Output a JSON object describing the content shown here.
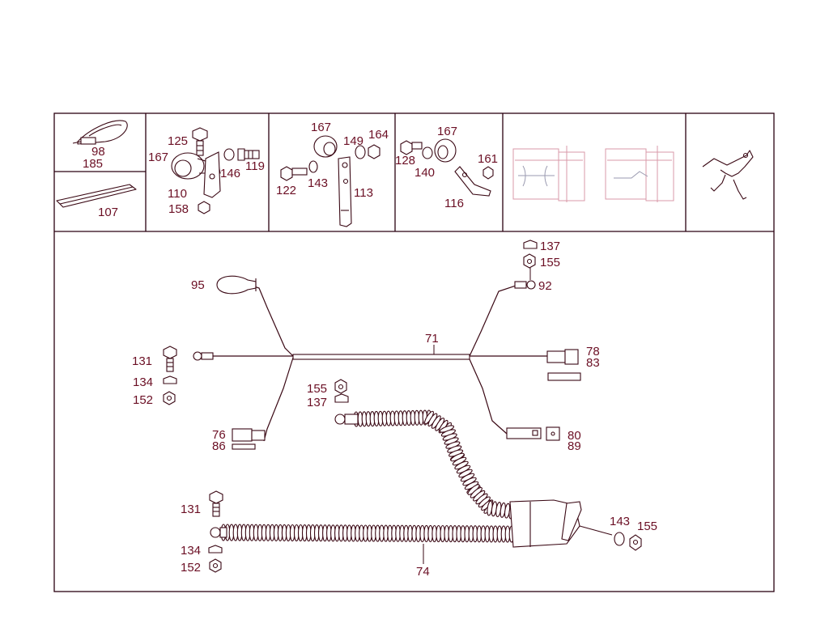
{
  "colors": {
    "ink": "#3a0814",
    "label": "#6b0f24",
    "faded": "#d99aa8"
  },
  "labels": {
    "98": "98",
    "185": "185",
    "107": "107",
    "125": "125",
    "167": "167",
    "146": "146",
    "119": "119",
    "110": "110",
    "158": "158",
    "122": "122",
    "143": "143",
    "149": "149",
    "164": "164",
    "113": "113",
    "128": "128",
    "140": "140",
    "161": "161",
    "116": "116",
    "95": "95",
    "131": "131",
    "134": "134",
    "152": "152",
    "76": "76",
    "86": "86",
    "71": "71",
    "137": "137",
    "155": "155",
    "92": "92",
    "78": "78",
    "83": "83",
    "80": "80",
    "89": "89",
    "74": "74"
  }
}
